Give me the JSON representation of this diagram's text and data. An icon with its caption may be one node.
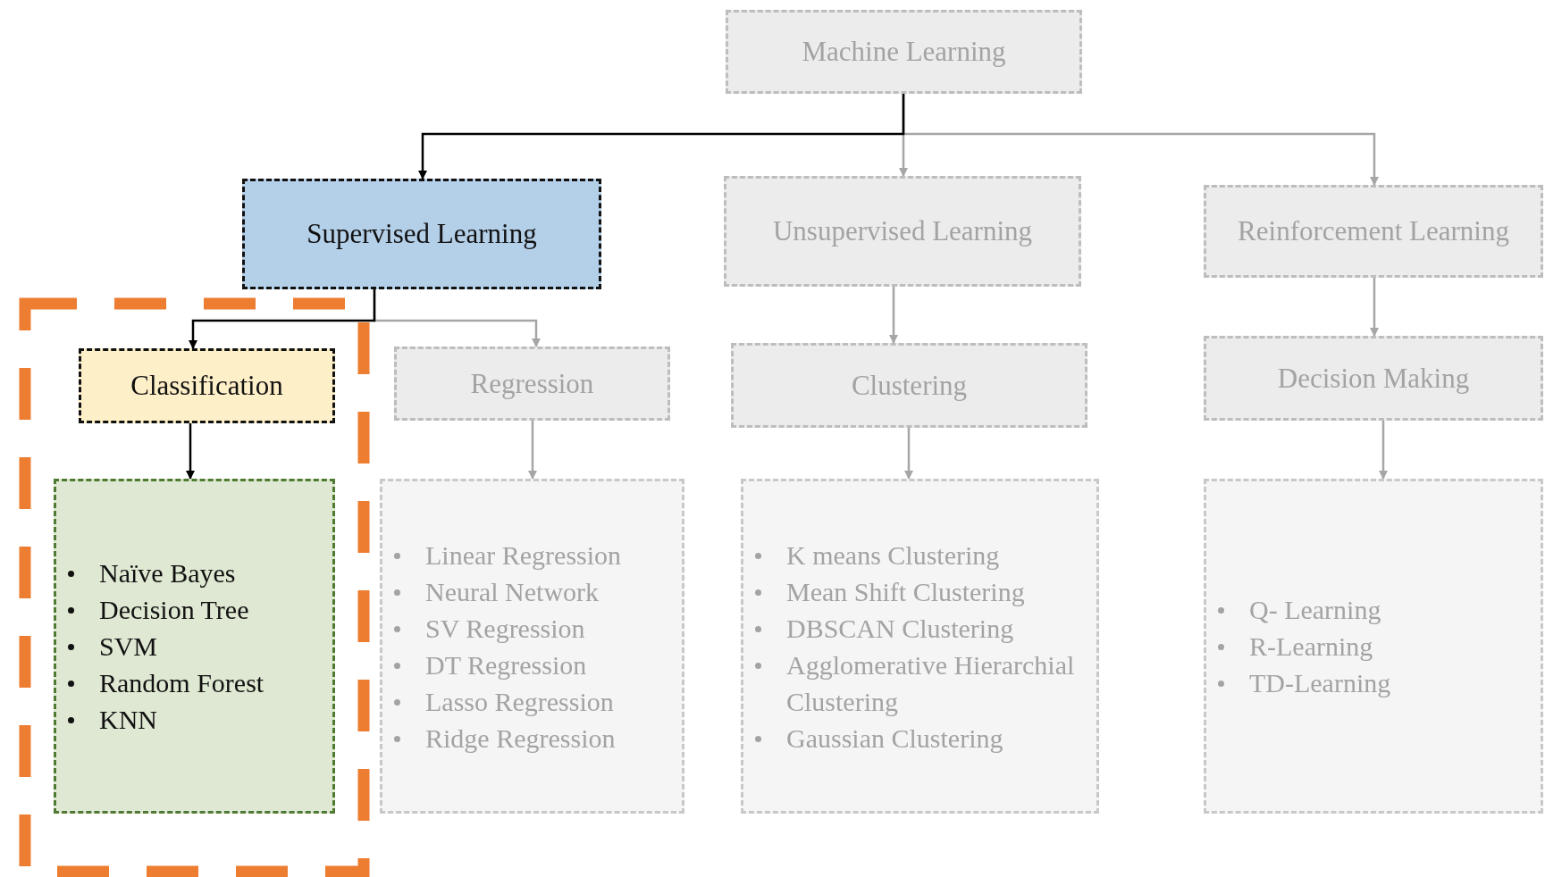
{
  "diagram": {
    "nodes": [
      {
        "text": [
          "Machine Learning"
        ]
      },
      {
        "text": [
          "Supervised Learning"
        ]
      },
      {
        "text": [
          "Unsupervised Learning"
        ]
      },
      {
        "text": [
          "Reinforcement Learning"
        ]
      },
      {
        "text": [
          "Classification"
        ]
      },
      {
        "text": [
          "Regression"
        ]
      },
      {
        "text": [
          "Clustering"
        ]
      },
      {
        "text": [
          "Decision Making"
        ]
      },
      {
        "text": [
          "Naïve Bayes",
          "Decision Tree",
          "SVM",
          "Random Forest",
          "KNN"
        ]
      },
      {
        "text": [
          "Linear Regression",
          "Neural Network",
          "SV Regression",
          "DT Regression",
          "Lasso Regression",
          "Ridge Regression"
        ]
      },
      {
        "text": [
          "K means Clustering",
          "Mean Shift Clustering",
          "DBSCAN Clustering",
          "Agglomerative Hierarchial Clustering",
          "Gaussian Clustering"
        ]
      },
      {
        "text": [
          "Q- Learning",
          "R-Learning",
          "TD-Learning"
        ]
      }
    ],
    "edges": [
      {
        "from": 0,
        "to": 2,
        "arrow": "to"
      },
      {
        "from": 0,
        "to": 3,
        "arrow": "to"
      },
      {
        "from": 0,
        "to": 1,
        "arrow": "to",
        "color": "#000000"
      },
      {
        "from": 1,
        "to": 5,
        "arrow": "to"
      },
      {
        "from": 1,
        "to": 4,
        "arrow": "to",
        "color": "#000000"
      },
      {
        "from": 2,
        "to": 6,
        "arrow": "to"
      },
      {
        "from": 3,
        "to": 7,
        "arrow": "to"
      },
      {
        "from": 4,
        "to": 8,
        "arrow": "to",
        "color": "#000000"
      },
      {
        "from": 5,
        "to": 9,
        "arrow": "to"
      },
      {
        "from": 6,
        "to": 10,
        "arrow": "to"
      },
      {
        "from": 7,
        "to": 11,
        "arrow": "to"
      }
    ]
  }
}
